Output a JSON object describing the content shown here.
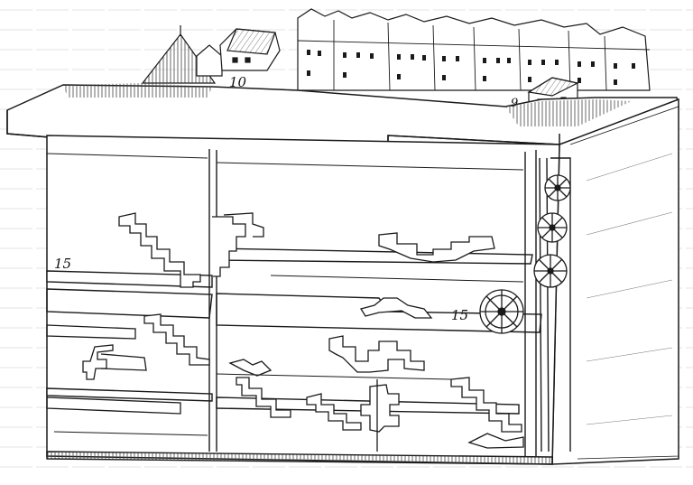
{
  "labels": {
    "label_10": "10",
    "label_9": "9",
    "label_15_left": "15",
    "label_15_right": "15"
  },
  "colors": {
    "ink": "#1a1a1a",
    "paper": "#ffffff",
    "hatch": "#555555",
    "bleed": "#cfcfcf"
  }
}
